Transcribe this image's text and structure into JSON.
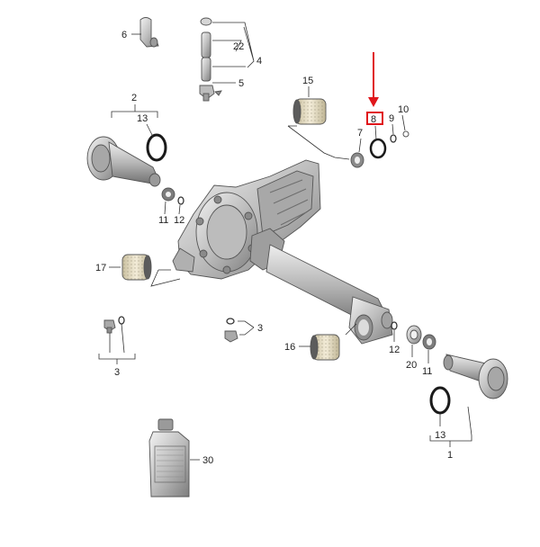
{
  "diagram": {
    "parts": [
      {
        "id": "p1",
        "label": "1"
      },
      {
        "id": "p2",
        "label": "2"
      },
      {
        "id": "p3a",
        "label": "3"
      },
      {
        "id": "p3b",
        "label": "3"
      },
      {
        "id": "p4",
        "label": "4"
      },
      {
        "id": "p5",
        "label": "5"
      },
      {
        "id": "p6",
        "label": "6"
      },
      {
        "id": "p7",
        "label": "7"
      },
      {
        "id": "p8",
        "label": "8"
      },
      {
        "id": "p9",
        "label": "9"
      },
      {
        "id": "p10",
        "label": "10"
      },
      {
        "id": "p11a",
        "label": "11"
      },
      {
        "id": "p11b",
        "label": "11"
      },
      {
        "id": "p12a",
        "label": "12"
      },
      {
        "id": "p12b",
        "label": "12"
      },
      {
        "id": "p13a",
        "label": "13"
      },
      {
        "id": "p13b",
        "label": "13"
      },
      {
        "id": "p15",
        "label": "15"
      },
      {
        "id": "p16",
        "label": "16"
      },
      {
        "id": "p17",
        "label": "17"
      },
      {
        "id": "p20",
        "label": "20"
      },
      {
        "id": "p22",
        "label": "22"
      },
      {
        "id": "p30",
        "label": "30"
      }
    ],
    "highlight": {
      "part": "8",
      "color": "#e0161b"
    },
    "colors": {
      "metal": "#c9c9c9",
      "dark": "#7a7a7a",
      "bushing": "#e7dfc8",
      "line": "#333333"
    }
  }
}
